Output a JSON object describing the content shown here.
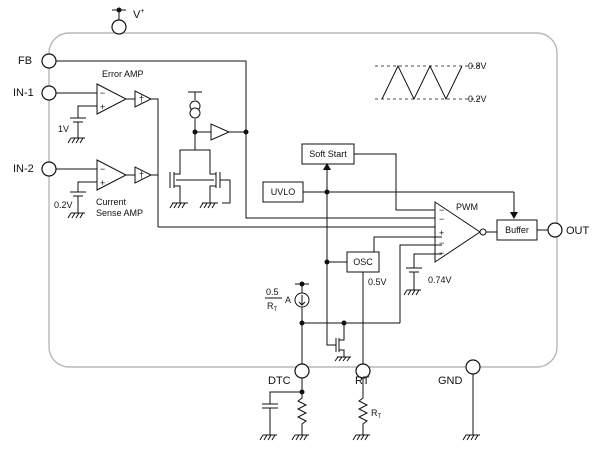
{
  "pins": {
    "vplus": "V",
    "vplus_sup": "+",
    "fb": "FB",
    "in1": "IN-1",
    "in2": "IN-2",
    "out": "OUT",
    "dtc": "DTC",
    "rt": "RT",
    "gnd": "GND"
  },
  "labels": {
    "error_amp": "Error AMP",
    "current_sense_line1": "Current",
    "current_sense_line2": "Sense AMP",
    "ref_1v": "1V",
    "ref_02v": "0.2V",
    "ref_074v": "0.74V",
    "osc_05v": "0.5V",
    "wave_high": "0.8V",
    "wave_low": "0.2V",
    "pwm": "PWM",
    "current_num": "0.5",
    "current_den": "R",
    "current_den_sub": "T",
    "current_unit": "A",
    "rt_res": "R",
    "rt_res_sub": "T",
    "plus": "+",
    "minus": "−"
  },
  "blocks": {
    "soft_start": "Soft Start",
    "uvlo": "UVLO",
    "osc": "OSC",
    "buffer": "Buffer"
  }
}
